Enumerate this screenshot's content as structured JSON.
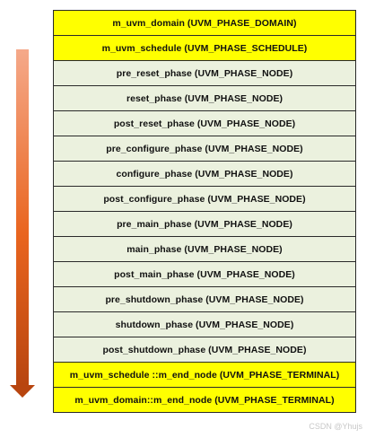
{
  "phases": [
    {
      "label": "m_uvm_domain (UVM_PHASE_DOMAIN)",
      "kind": "domain"
    },
    {
      "label": "m_uvm_schedule (UVM_PHASE_SCHEDULE)",
      "kind": "schedule"
    },
    {
      "label": "pre_reset_phase (UVM_PHASE_NODE)",
      "kind": "node"
    },
    {
      "label": "reset_phase (UVM_PHASE_NODE)",
      "kind": "node"
    },
    {
      "label": "post_reset_phase (UVM_PHASE_NODE)",
      "kind": "node"
    },
    {
      "label": "pre_configure_phase (UVM_PHASE_NODE)",
      "kind": "node"
    },
    {
      "label": "configure_phase (UVM_PHASE_NODE)",
      "kind": "node"
    },
    {
      "label": "post_configure_phase (UVM_PHASE_NODE)",
      "kind": "node"
    },
    {
      "label": "pre_main_phase (UVM_PHASE_NODE)",
      "kind": "node"
    },
    {
      "label": "main_phase (UVM_PHASE_NODE)",
      "kind": "node"
    },
    {
      "label": "post_main_phase (UVM_PHASE_NODE)",
      "kind": "node"
    },
    {
      "label": "pre_shutdown_phase (UVM_PHASE_NODE)",
      "kind": "node"
    },
    {
      "label": "shutdown_phase (UVM_PHASE_NODE)",
      "kind": "node"
    },
    {
      "label": "post_shutdown_phase (UVM_PHASE_NODE)",
      "kind": "node"
    },
    {
      "label": "m_uvm_schedule ::m_end_node (UVM_PHASE_TERMINAL)",
      "kind": "terminal"
    },
    {
      "label": "m_uvm_domain::m_end_node (UVM_PHASE_TERMINAL)",
      "kind": "terminal"
    }
  ],
  "colors": {
    "domain": "#ffff00",
    "schedule": "#ffff00",
    "node": "#ebf1de",
    "terminal": "#ffff00",
    "arrow_top": "#f5a98a",
    "arrow_mid": "#e9651f",
    "arrow_bottom": "#b8450f",
    "border": "#2a2a2a"
  },
  "icons": {
    "flow_arrow": "down-arrow-icon"
  },
  "watermark": "CSDN @Yhujs"
}
